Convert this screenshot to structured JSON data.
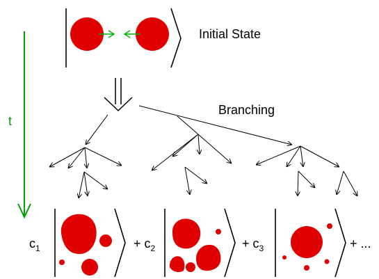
{
  "labels": {
    "initial_state": "Initial State",
    "branching": "Branching",
    "time": "t",
    "plus_more": "+ ..."
  },
  "coefficients": [
    {
      "letter": "c",
      "index": "1",
      "prefix": ""
    },
    {
      "letter": "c",
      "index": "2",
      "prefix": "+"
    },
    {
      "letter": "c",
      "index": "3",
      "prefix": "+"
    }
  ],
  "colors": {
    "droplet": "#e00000",
    "time_arrow": "#00a000",
    "velocity_arrow": "#00b000",
    "ink": "#000000"
  }
}
